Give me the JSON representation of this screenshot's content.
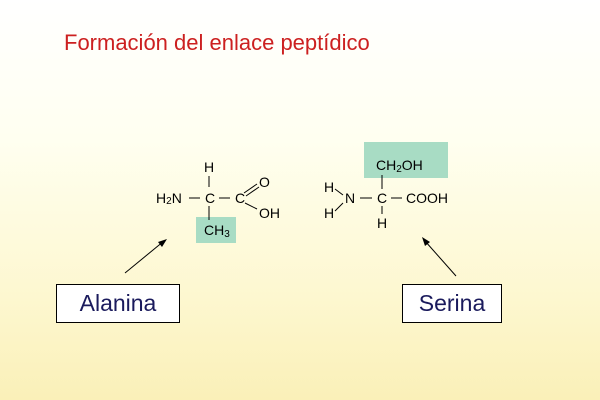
{
  "title": "Formación del enlace peptídico",
  "alanina": {
    "h_top": "H",
    "h2n": "H",
    "h2n_sub": "2",
    "n": "N",
    "c_alpha": "C",
    "c_carboxyl": "C",
    "o": "O",
    "oh": "OH",
    "ch3": "CH",
    "ch3_sub": "3",
    "label": "Alanina"
  },
  "serina": {
    "ch2oh_c": "CH",
    "ch2oh_sub": "2",
    "ch2oh_oh": "OH",
    "h_top": "H",
    "h_bottom_left": "H",
    "n": "N",
    "c_alpha": "C",
    "cooh": "COOH",
    "h_bottom": "H",
    "label": "Serina"
  },
  "colors": {
    "title": "#cc2020",
    "highlight": "#a8dcc4",
    "label_text": "#1a1a5c"
  }
}
